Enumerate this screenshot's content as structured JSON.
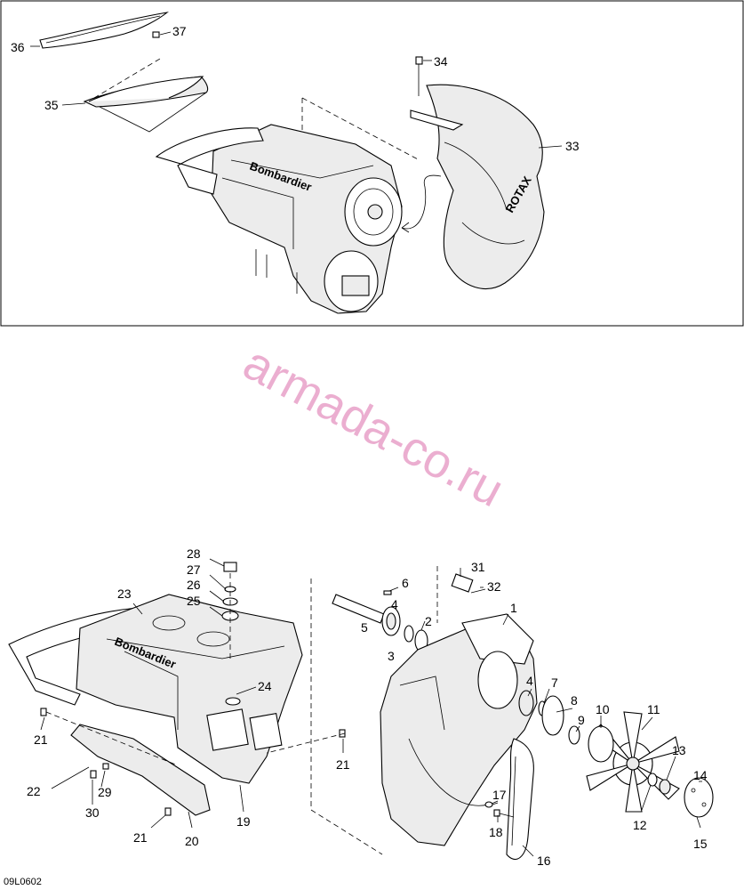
{
  "diagram_code": "09L0602",
  "watermark": "armada-co.ru",
  "brand_text": "Bombardier",
  "brand_sub": "ROTAX",
  "callouts_top": [
    "36",
    "37",
    "35",
    "34",
    "33"
  ],
  "callouts_bottom": [
    "28",
    "27",
    "26",
    "25",
    "23",
    "24",
    "21",
    "21",
    "22",
    "29",
    "30",
    "21",
    "20",
    "19",
    "6",
    "4",
    "5",
    "2",
    "3",
    "31",
    "32",
    "1",
    "4",
    "7",
    "8",
    "9",
    "10",
    "11",
    "13",
    "14",
    "12",
    "15",
    "17",
    "18",
    "16"
  ]
}
